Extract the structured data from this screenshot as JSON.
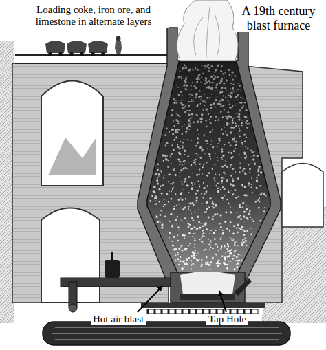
{
  "diagram": {
    "title": "A 19th century blast furnace",
    "labels": [
      "Loading coke, iron ore, and limestone in alternate layers",
      "Hot air blast",
      "Tap Hole"
    ]
  }
}
